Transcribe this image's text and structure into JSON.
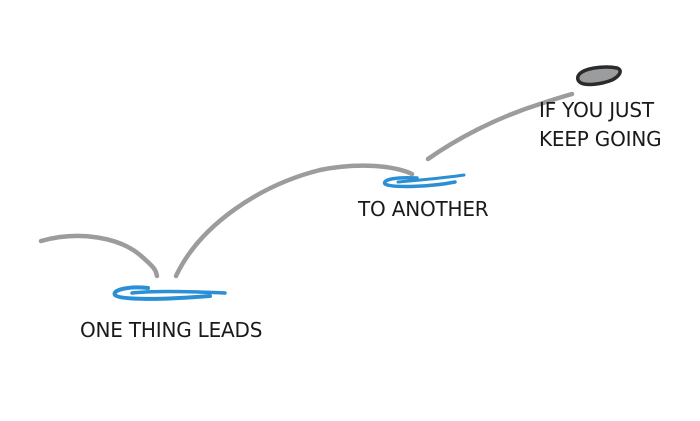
{
  "labels": {
    "one_thing_leads": "ONE THING LEADS",
    "to_another": "TO ANOTHER",
    "if_you_just": "IF YOU JUST",
    "keep_going": "KEEP GOING"
  },
  "colors": {
    "trajectory": "#9a9c9e",
    "splash": "#2a8fd4",
    "stone_fill": "#9a9c9e",
    "stone_outline": "#2b2b2b",
    "text": "#1a1a1a",
    "background": "#ffffff"
  }
}
